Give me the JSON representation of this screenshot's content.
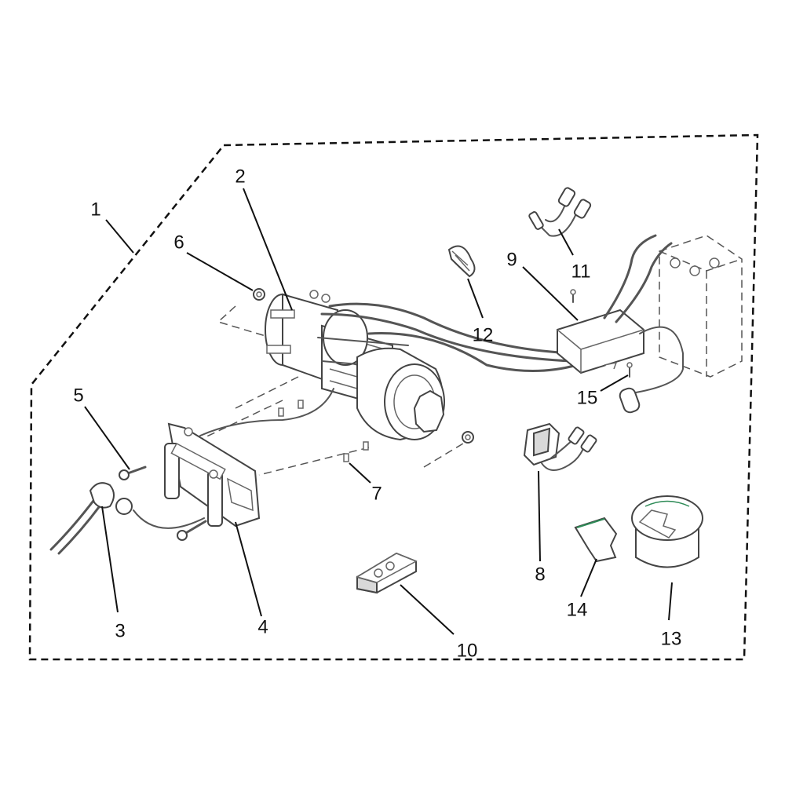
{
  "callouts": [
    {
      "id": "1",
      "label": "1"
    },
    {
      "id": "2",
      "label": "2"
    },
    {
      "id": "3",
      "label": "3"
    },
    {
      "id": "4",
      "label": "4"
    },
    {
      "id": "5",
      "label": "5"
    },
    {
      "id": "6",
      "label": "6"
    },
    {
      "id": "7",
      "label": "7"
    },
    {
      "id": "8",
      "label": "8"
    },
    {
      "id": "9",
      "label": "9"
    },
    {
      "id": "10",
      "label": "10"
    },
    {
      "id": "11",
      "label": "11"
    },
    {
      "id": "12",
      "label": "12"
    },
    {
      "id": "13",
      "label": "13"
    },
    {
      "id": "14",
      "label": "14"
    },
    {
      "id": "15",
      "label": "15"
    }
  ],
  "colors": {
    "line": "#111111",
    "part_stroke": "#444444",
    "shade": "#d9d9d9",
    "accent_green": "#2e8b57"
  }
}
